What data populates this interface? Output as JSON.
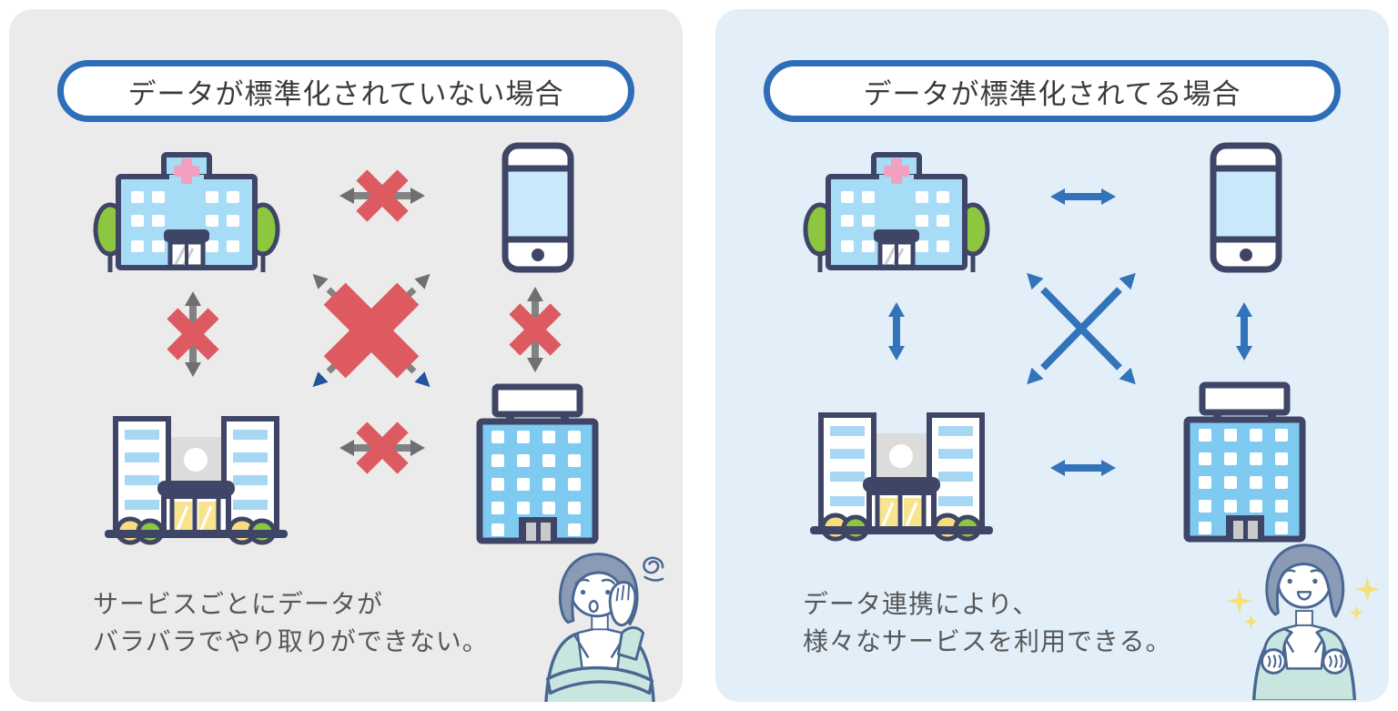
{
  "left_panel": {
    "title": "データが標準化されていない場合",
    "caption_line1": "サービスごとにデータが",
    "caption_line2": "バラバラでやり取りができない。",
    "connection_state": "blocked",
    "bg_color": "#ebebeb"
  },
  "right_panel": {
    "title": "データが標準化されてる場合",
    "caption_line1": "データ連携により、",
    "caption_line2": "様々なサービスを利用できる。",
    "connection_state": "connected",
    "bg_color": "#e2eff9"
  },
  "nodes": [
    "hospital",
    "smartphone",
    "office-building",
    "tall-building"
  ],
  "icons": {
    "hospital": "hospital-icon",
    "smartphone": "smartphone-icon",
    "office_building": "office-building-icon",
    "tall_building": "tall-building-icon",
    "blocked_link": "red-x-over-arrow-icon",
    "connected_link": "blue-double-arrow-icon",
    "confusion": "confusion-scribble-icon",
    "sparkle": "sparkle-icon",
    "worried_person": "worried-woman-illustration",
    "happy_person": "happy-woman-illustration"
  },
  "colors": {
    "pill_border": "#2e6db7",
    "outline_navy": "#3f4566",
    "building_blue": "#a6dcf5",
    "tall_building_blue": "#7fcaf0",
    "red_x": "#dd5a60",
    "gray_arrow": "#828282",
    "gray_arrowhead": "#6f6f6f",
    "navy_arrowhead": "#24529e",
    "blue_arrow": "#3273b9",
    "tree_green": "#8dc63f",
    "bush_yellow": "#f6dd7d",
    "hospital_cross_pink": "#f2a0bd",
    "title_text": "#3b3b3b",
    "caption_text": "#575757"
  }
}
